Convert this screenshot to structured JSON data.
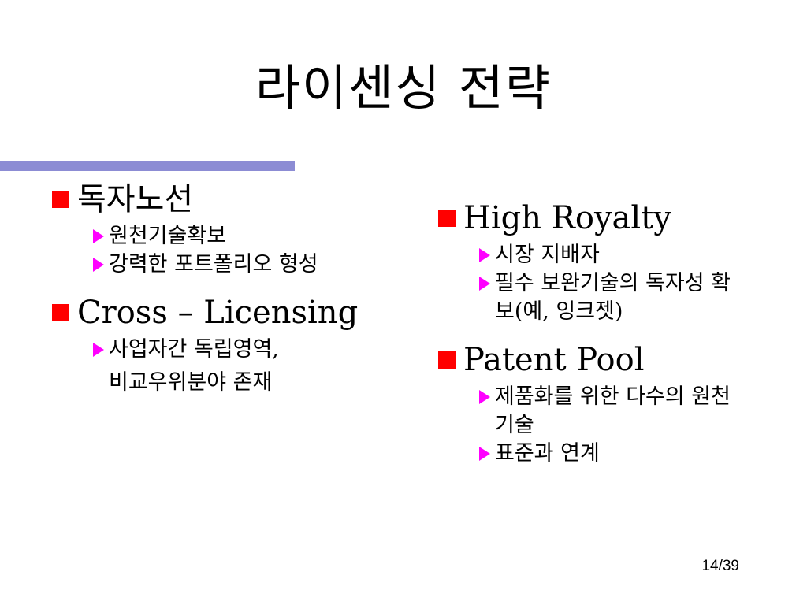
{
  "slide": {
    "title": "라이센싱 전략",
    "page_number": "14/39",
    "colors": {
      "rule": "#8c8cd4",
      "bullet_l1": "#ff0000",
      "bullet_l2": "#ff00ff"
    },
    "icons": {
      "level1": "red-square-bullet",
      "level2": "magenta-triangle-bullet"
    }
  },
  "left": {
    "items": [
      {
        "heading": "독자노선",
        "subs": [
          "원천기술확보",
          "강력한 포트폴리오 형성"
        ]
      },
      {
        "heading": "Cross – Licensing",
        "subs": [
          "사업자간 독립영역,"
        ],
        "continuation": "비교우위분야 존재"
      }
    ]
  },
  "right": {
    "items": [
      {
        "heading": "High Royalty",
        "subs": [
          "시장 지배자",
          "필수 보완기술의 독자성 확보(예, 잉크젯)"
        ]
      },
      {
        "heading": "Patent Pool",
        "subs": [
          "제품화를 위한 다수의 원천기술",
          "표준과 연계"
        ]
      }
    ]
  }
}
